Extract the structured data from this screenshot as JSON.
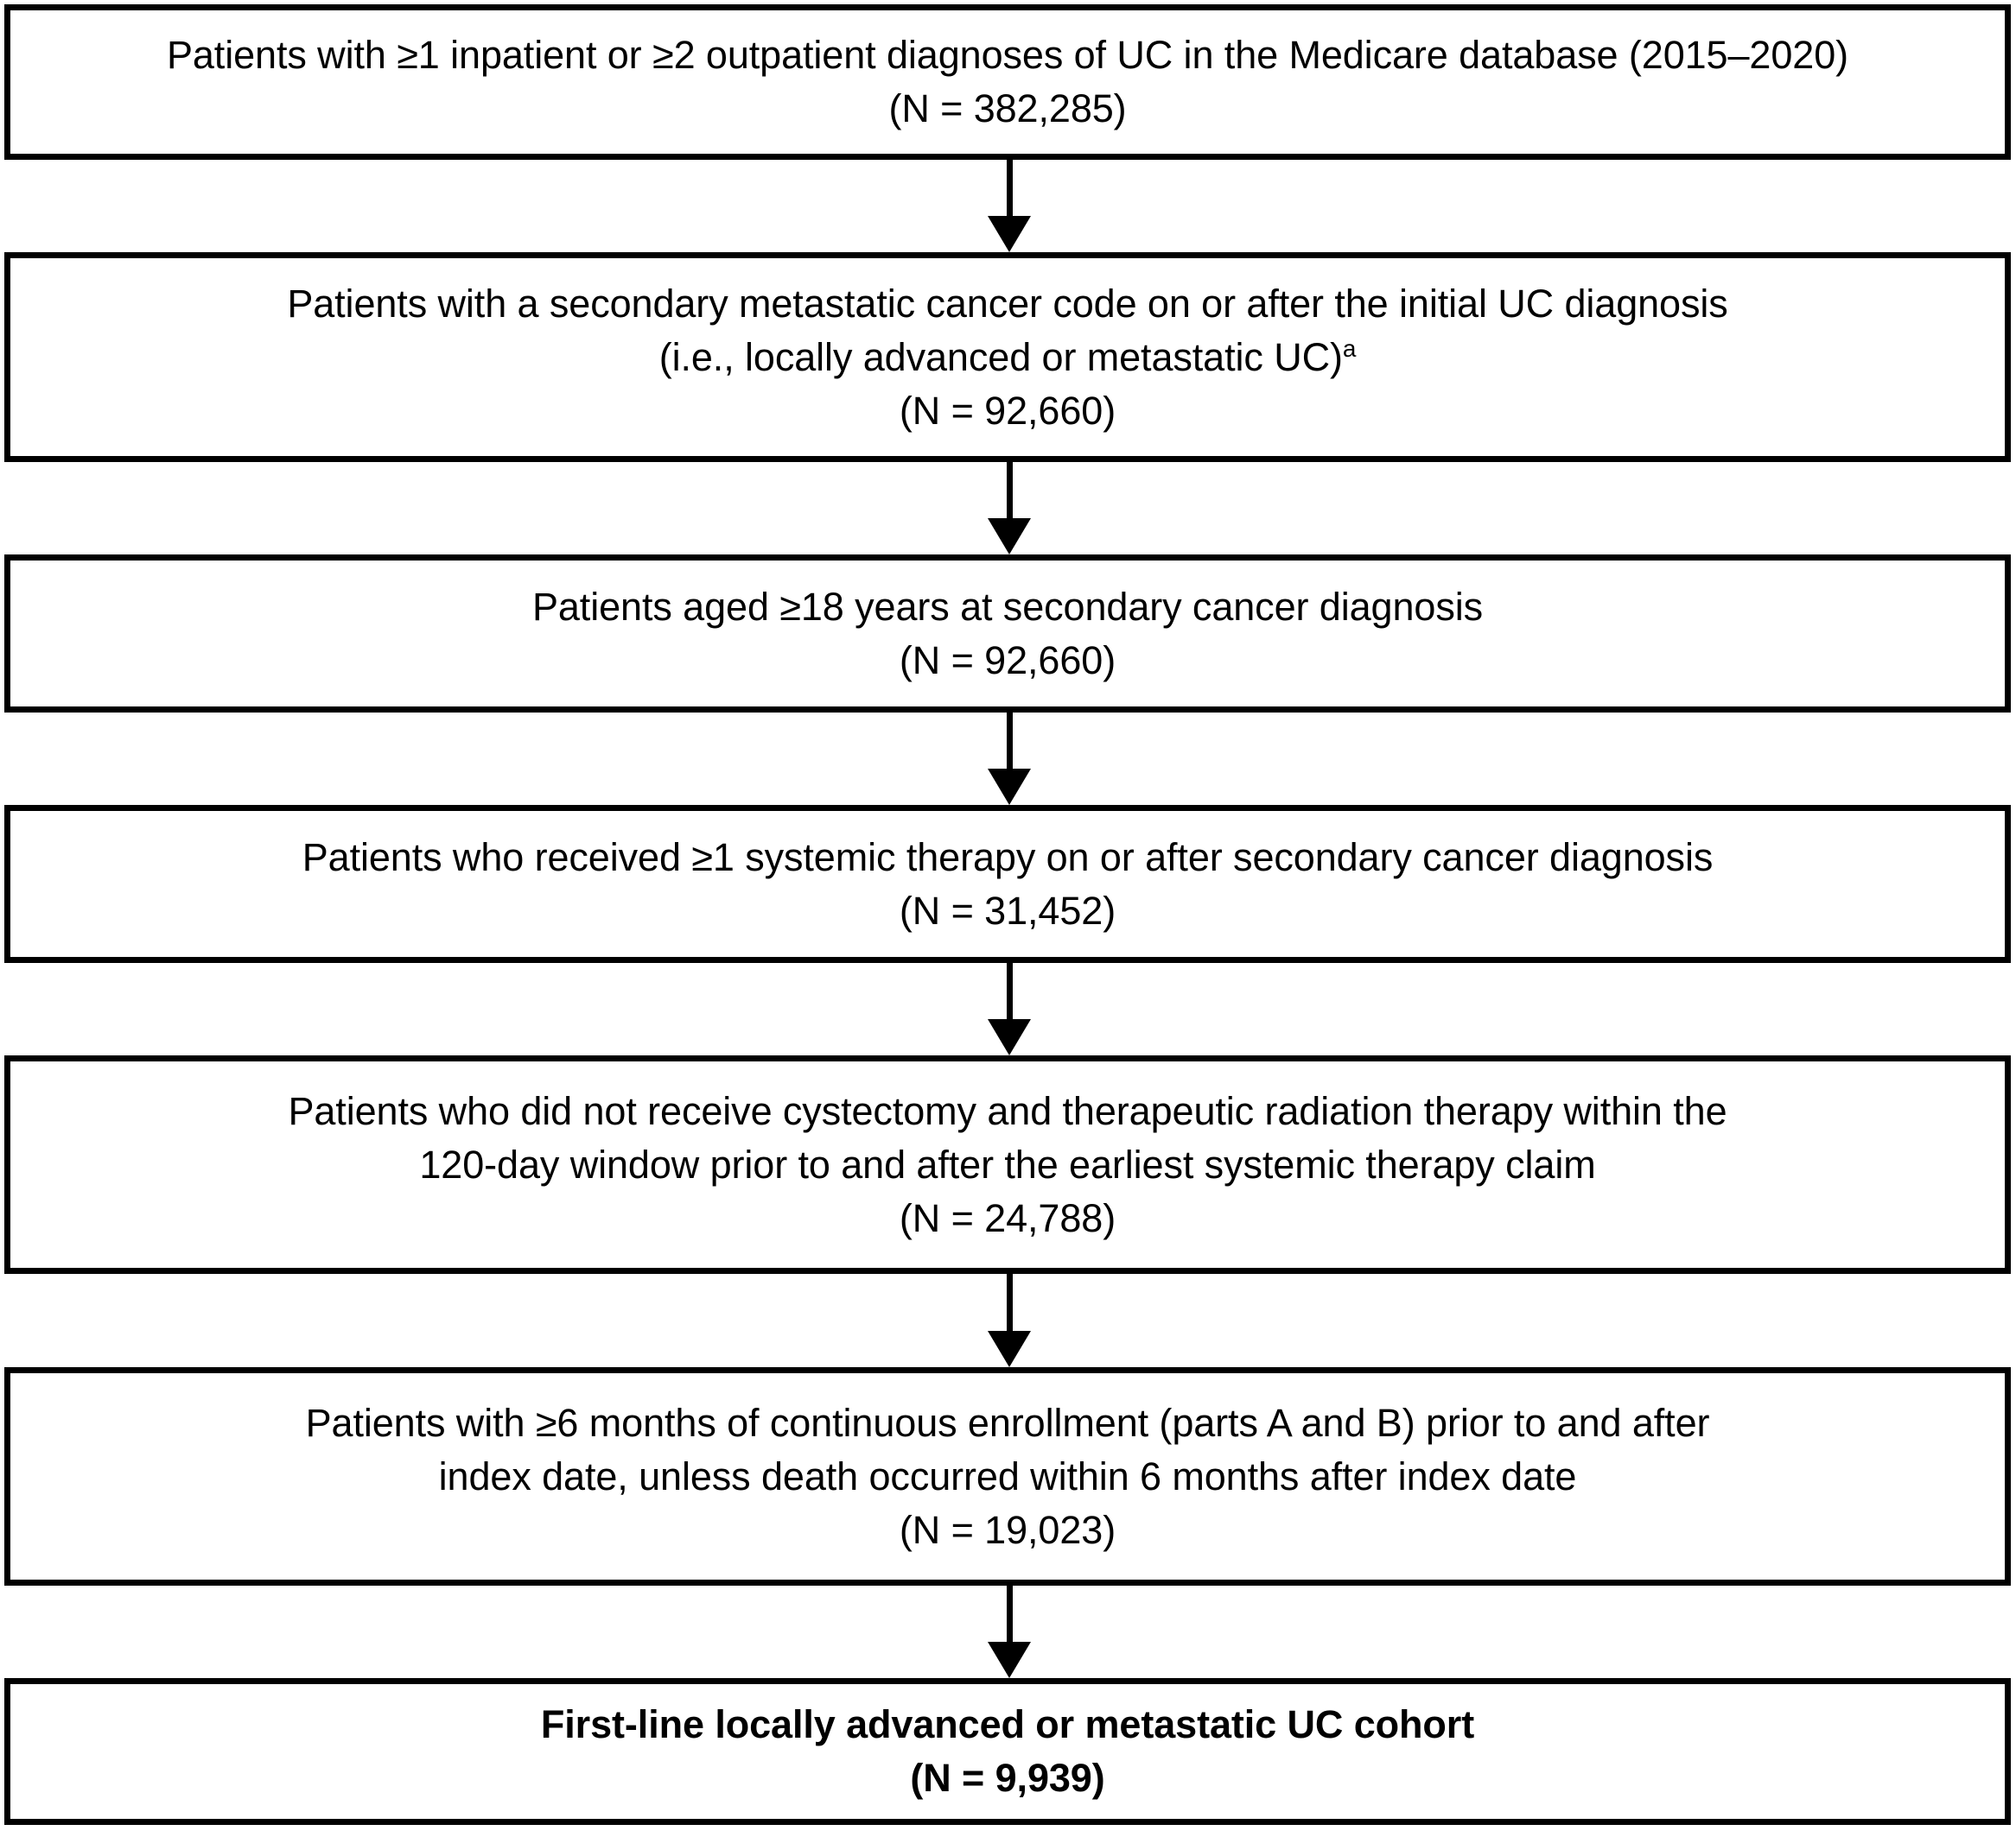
{
  "figure": {
    "type": "flowchart",
    "orientation": "vertical",
    "title": "Patient attrition flow diagram",
    "colors": {
      "box_border": "#000000",
      "box_fill": "#ffffff",
      "text": "#000000",
      "arrow": "#000000"
    }
  },
  "nodes": [
    {
      "id": "node-1",
      "name": "uc-diagnoses-box",
      "bold": false,
      "lines": [
        "Patients with ≥1 inpatient or ≥2 outpatient diagnoses of UC in the Medicare database (2015–2020)",
        "(N = 382,285)"
      ],
      "count_label": "(N = 382,285)",
      "count_value": 382285
    },
    {
      "id": "node-2",
      "name": "secondary-metastatic-code-box",
      "bold": false,
      "lines": [
        "Patients with a secondary metastatic cancer code on or after the initial UC diagnosis",
        "(i.e., locally advanced or metastatic UC)",
        "(N = 92,660)"
      ],
      "footnote_marker": "a",
      "footnote_on_line": 1,
      "count_label": "(N = 92,660)",
      "count_value": 92660
    },
    {
      "id": "node-3",
      "name": "age-eligibility-box",
      "bold": false,
      "lines": [
        "Patients aged ≥18 years at secondary cancer diagnosis",
        "(N = 92,660)"
      ],
      "count_label": "(N = 92,660)",
      "count_value": 92660
    },
    {
      "id": "node-4",
      "name": "systemic-therapy-box",
      "bold": false,
      "lines": [
        "Patients who received ≥1 systemic therapy on or after secondary cancer diagnosis",
        "(N = 31,452)"
      ],
      "count_label": "(N = 31,452)",
      "count_value": 31452
    },
    {
      "id": "node-5",
      "name": "no-cystectomy-radiation-box",
      "bold": false,
      "lines": [
        "Patients who did not receive cystectomy and therapeutic radiation therapy within the",
        "120-day window prior to and after the earliest systemic therapy claim",
        "(N = 24,788)"
      ],
      "count_label": "(N = 24,788)",
      "count_value": 24788
    },
    {
      "id": "node-6",
      "name": "continuous-enrollment-box",
      "bold": false,
      "lines": [
        "Patients with ≥6 months of continuous enrollment (parts A and B) prior to and after",
        "index date, unless death occurred within 6 months after index date",
        "(N = 19,023)"
      ],
      "count_label": "(N = 19,023)",
      "count_value": 19023
    },
    {
      "id": "node-7",
      "name": "final-cohort-box",
      "bold": true,
      "lines": [
        "First-line locally advanced or metastatic UC cohort",
        "(N = 9,939)"
      ],
      "count_label": "(N = 9,939)",
      "count_value": 9939
    }
  ],
  "connectors": [
    {
      "name": "arrow-node1-to-node2",
      "from": "node-1",
      "to": "node-2",
      "glyph": "down-arrow-icon"
    },
    {
      "name": "arrow-node2-to-node3",
      "from": "node-2",
      "to": "node-3",
      "glyph": "down-arrow-icon"
    },
    {
      "name": "arrow-node3-to-node4",
      "from": "node-3",
      "to": "node-4",
      "glyph": "down-arrow-icon"
    },
    {
      "name": "arrow-node4-to-node5",
      "from": "node-4",
      "to": "node-5",
      "glyph": "down-arrow-icon"
    },
    {
      "name": "arrow-node5-to-node6",
      "from": "node-5",
      "to": "node-6",
      "glyph": "down-arrow-icon"
    },
    {
      "name": "arrow-node6-to-node7",
      "from": "node-6",
      "to": "node-7",
      "glyph": "down-arrow-icon"
    }
  ]
}
